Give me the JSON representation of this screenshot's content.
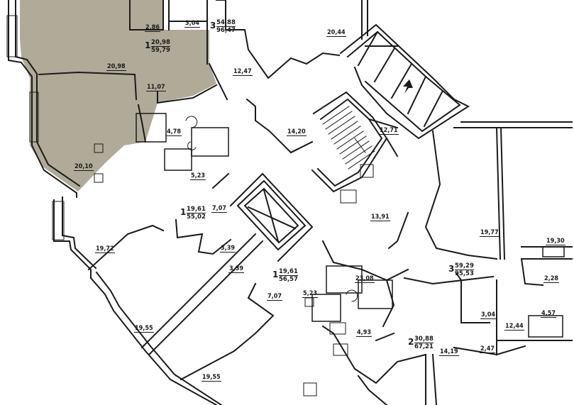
{
  "colors": {
    "wall": "#1a1a1a",
    "highlight": "#b0aa98",
    "background": "#ffffff"
  },
  "room_areas": {
    "a": "2,86",
    "b": "3,04",
    "c": "20,44",
    "d": "20,98",
    "e": "12,47",
    "f": "11,07",
    "g": "4,78",
    "h": "14,20",
    "i": "12,71",
    "j": "20,10",
    "k": "5,23",
    "l": "7,07",
    "m": "13,91",
    "n": "19,72",
    "o": "3,39",
    "p": "3,39",
    "q": "19,77",
    "r": "19,30",
    "s": "7,07",
    "t": "5,23",
    "u": "23,08",
    "v": "2,28",
    "w": "19,55",
    "x": "3,04",
    "y": "4,57",
    "z": "12,44",
    "aa": "4,93",
    "ab": "14,19",
    "ac": "2,47",
    "ad": "19,55"
  },
  "apartments": [
    {
      "rooms": "3",
      "living": "54,88",
      "total": "96,47"
    },
    {
      "rooms": "1",
      "living": "20,98",
      "total": "59,79"
    },
    {
      "rooms": "1",
      "living": "19,61",
      "total": "55,02"
    },
    {
      "rooms": "1",
      "living": "19,61",
      "total": "56,57"
    },
    {
      "rooms": "3",
      "living": "59,29",
      "total": "95,53"
    },
    {
      "rooms": "2",
      "living": "30,88",
      "total": "67,21"
    }
  ]
}
